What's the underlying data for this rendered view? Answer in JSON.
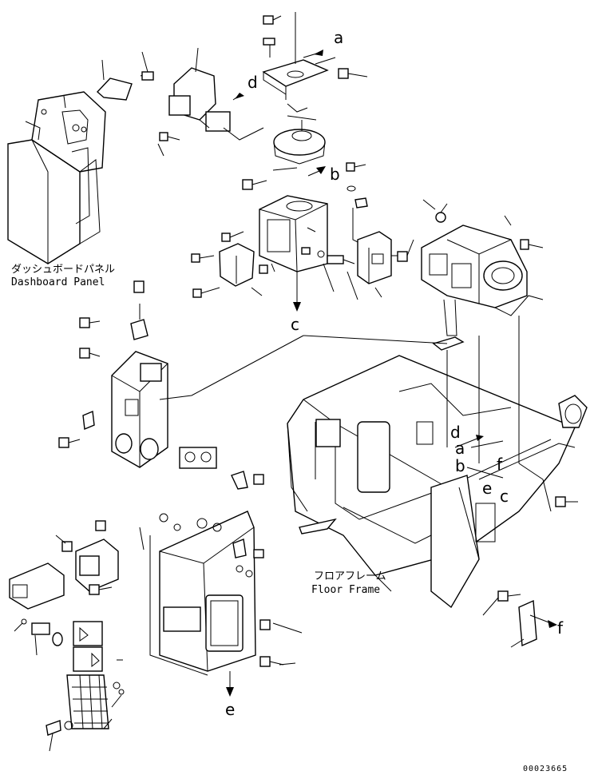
{
  "dashboard_panel": {
    "label_jp": "ダッシュボードパネル",
    "label_en": "Dashboard Panel"
  },
  "floor_frame": {
    "label_jp": "フロアフレーム",
    "label_en": "Floor Frame"
  },
  "reference_letters": {
    "a_top": "a",
    "b_top": "b",
    "c_top": "c",
    "d_top": "d",
    "a_frame": "a",
    "b_frame": "b",
    "c_frame": "c",
    "d_frame": "d",
    "e_frame": "e",
    "f_frame": "f",
    "e_bottom": "e",
    "f_bottom": "f"
  },
  "figure_number": "00023665",
  "colors": {
    "line": "#000000",
    "background": "#ffffff"
  }
}
